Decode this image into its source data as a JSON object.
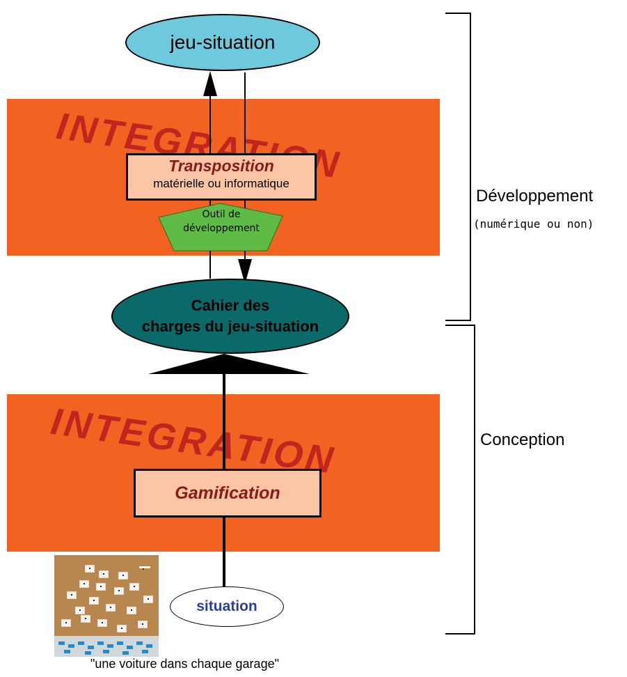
{
  "diagram": {
    "top_ellipse": "jeu-situation",
    "integration_top": "INTEGRATION",
    "transposition_title": "Transposition",
    "transposition_sub": "matérielle ou informatique",
    "outil_line1": "Outil de",
    "outil_line2": "développement",
    "cahier_line1": "Cahier des",
    "cahier_line2": "charges du jeu-situation",
    "integration_bottom": "INTEGRATION",
    "gamification": "Gamification",
    "situation": "situation",
    "caption": "\"une voiture dans chaque garage\""
  },
  "side": {
    "developpement": "Développement",
    "developpement_sub": "(numérique ou non)",
    "conception": "Conception"
  },
  "colors": {
    "band": "#f26322",
    "integration_text": "#b3141e",
    "top_ellipse": "#6ec9dc",
    "mid_ellipse": "#0a6a6a",
    "box_fill": "#fbc5a6",
    "pentagon": "#5dbb46",
    "situation_text": "#2b3ea0"
  }
}
